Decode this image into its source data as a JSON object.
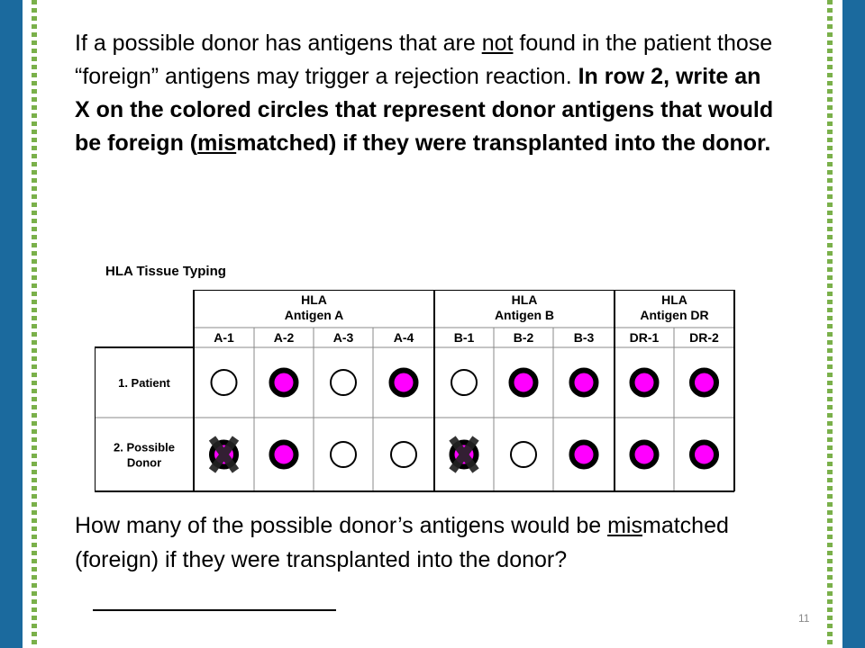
{
  "paragraph1": {
    "seg1": "If a possible donor has antigens that are ",
    "seg2": "not",
    "seg3": " found in the patient those “foreign” antigens may trigger a rejection reaction.  ",
    "bold1": "In row 2, write an X on the colored circles that represent donor antigens that would be foreign (",
    "bold2": "mis",
    "bold3": "matched) if they were transplanted into the donor."
  },
  "figure": {
    "title": "HLA Tissue Typing",
    "groups": [
      {
        "line1": "HLA",
        "line2": "Antigen A"
      },
      {
        "line1": "HLA",
        "line2": "Antigen B"
      },
      {
        "line1": "HLA",
        "line2": "Antigen DR"
      }
    ],
    "columns": [
      "A-1",
      "A-2",
      "A-3",
      "A-4",
      "B-1",
      "B-2",
      "B-3",
      "DR-1",
      "DR-2"
    ],
    "rows": [
      {
        "label_lines": [
          "1. Patient"
        ],
        "cells": [
          "open",
          "filled",
          "open",
          "filled",
          "open",
          "filled",
          "filled",
          "filled",
          "filled"
        ],
        "marked": []
      },
      {
        "label_lines": [
          "2. Possible",
          "Donor"
        ],
        "cells": [
          "filled",
          "filled",
          "open",
          "open",
          "filled",
          "open",
          "filled",
          "filled",
          "filled"
        ],
        "marked": [
          0,
          4
        ]
      }
    ],
    "colors": {
      "fill": "#ff00ff",
      "border": "#000000",
      "x_mark": "#222222"
    }
  },
  "paragraph2": {
    "seg1": "How many of the possible donor’s antigens would be ",
    "seg2": "mis",
    "seg3": "matched (foreign) if they were transplanted into the donor?"
  },
  "page_number": "11"
}
